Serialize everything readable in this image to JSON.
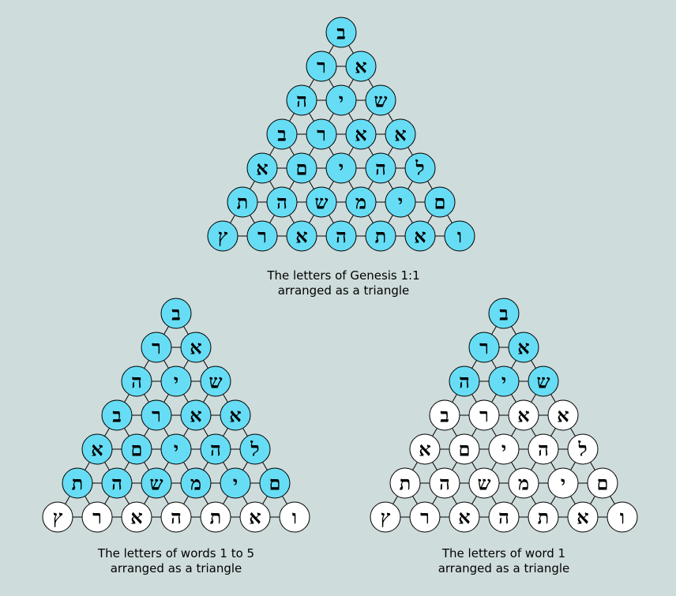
{
  "colors": {
    "background": "#cfdcdc",
    "highlight": "#66ddf5",
    "plain": "#ffffff",
    "stroke": "#000000"
  },
  "letter_rows": [
    [
      "ב"
    ],
    [
      "ר",
      "א"
    ],
    [
      "ה",
      "י",
      "ש"
    ],
    [
      "ב",
      "ר",
      "א",
      "א"
    ],
    [
      "א",
      "ם",
      "י",
      "ה",
      "ל"
    ],
    [
      "ת",
      "ה",
      "ש",
      "מ",
      "י",
      "ם"
    ],
    [
      "ץ",
      "ר",
      "א",
      "ה",
      "ת",
      "א",
      "ו"
    ]
  ],
  "triangles": [
    {
      "id": "genesis-1-1",
      "highlighted_rows": 7,
      "caption": [
        "The letters of Genesis 1:1",
        "arranged as a triangle"
      ]
    },
    {
      "id": "words-1-to-5",
      "highlighted_rows": 6,
      "caption": [
        "The letters of words 1 to 5",
        "arranged as a triangle"
      ]
    },
    {
      "id": "word-1",
      "highlighted_rows": 3,
      "caption": [
        "The letters of word 1",
        "arranged as a triangle"
      ]
    }
  ]
}
